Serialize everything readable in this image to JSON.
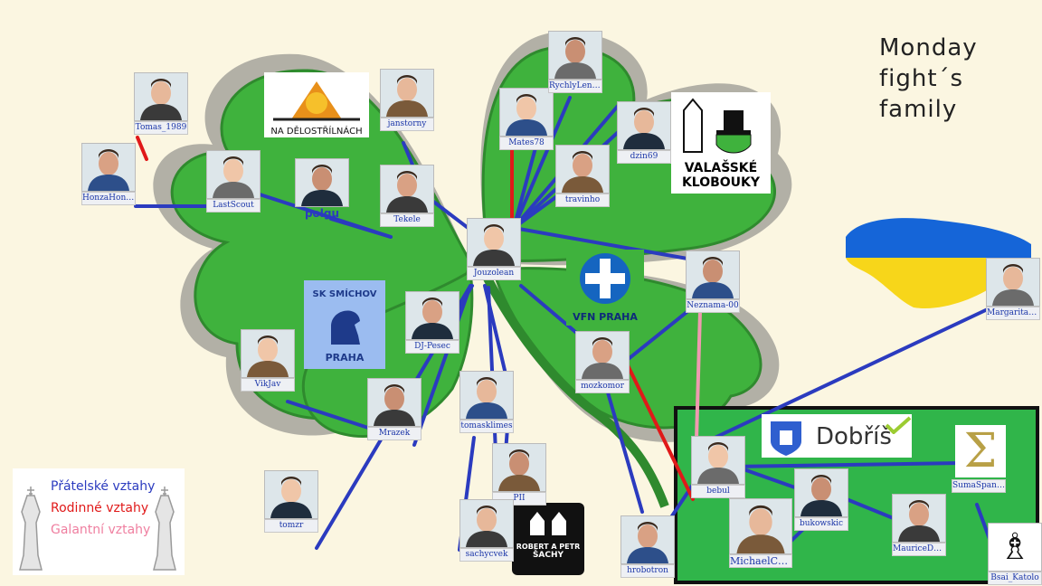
{
  "title": {
    "line1": "Monday",
    "line2": "fight´s",
    "line3": "family"
  },
  "legend": {
    "friendly": "Přátelské vztahy",
    "family": "Rodinné vztahy",
    "gallant": "Galantní vztahy",
    "colors": {
      "friendly": "#2b3bbf",
      "family": "#e01919",
      "gallant": "#ef9ab0"
    }
  },
  "logos": {
    "delostrilna": "NA DĚLOSTŘÍLNÁCH",
    "valasske_line1": "VALAŠSKÉ",
    "valasske_line2": "KLOBOUKY",
    "smichov_top": "SK SMÍCHOV",
    "smichov_bottom": "PRAHA",
    "vfn": "VFN PRAHA",
    "dobris": "Dobříš",
    "robert_line1": "ROBERT A PETR",
    "robert_line2": "ŠACHY"
  },
  "players": {
    "tomas1989": "Tomas_1989",
    "honza": "HonzaHonza...",
    "lastscout": "LastScout",
    "polgu": "polgu",
    "janstorny": "janstorny",
    "tekele": "Tekele",
    "mates78": "Mates78",
    "rychly": "RychlyLenoc...",
    "dzin69": "dzin69",
    "travinho": "travinho",
    "jouzolean": "Jouzolean",
    "neznama": "Neznama-00",
    "margarita": "Margarita_V...",
    "djpesec": "DJ-Pesec",
    "vikjav": "VikJav",
    "mrazek": "Mrazek",
    "tomasklimes": "tomasklimes",
    "mozkomor": "mozkomor",
    "tomzr": "tomzr",
    "pii": "PII",
    "sachycvek": "sachycvek",
    "hrobotron": "hrobotron",
    "bebul": "bebul",
    "bukowskic": "bukowskic",
    "michaelchm": "MichaelChm",
    "mauricedodo": "MauriceDodo",
    "sumaspandy": "SumaSpandy",
    "bsaikatolo": "Bsai_Katolo"
  }
}
